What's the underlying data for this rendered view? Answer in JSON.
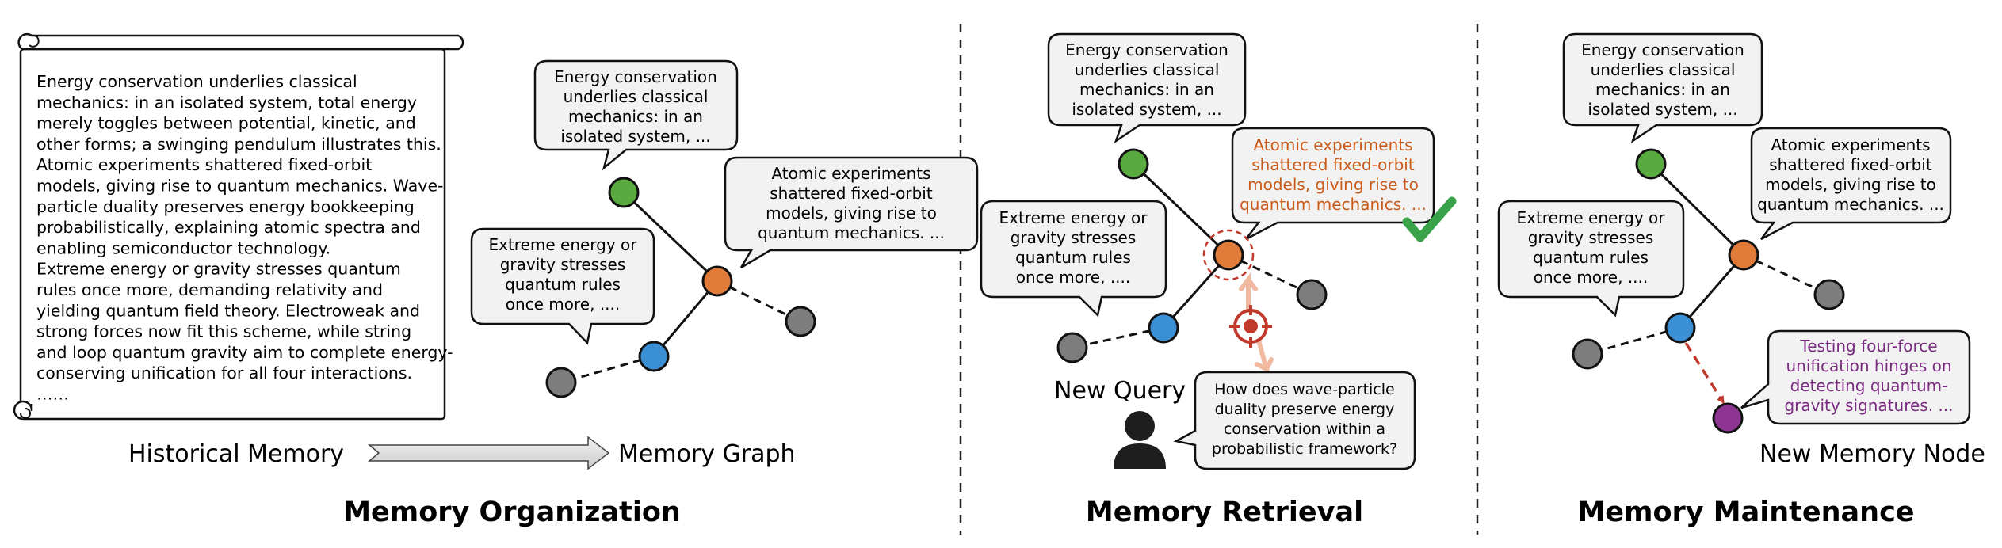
{
  "panels": {
    "organization": {
      "title": "Memory Organization",
      "historical_memory_label": "Historical Memory",
      "memory_graph_label": "Memory Graph",
      "scroll_lines": [
        "Energy conservation underlies classical",
        "mechanics: in an isolated system, total energy",
        "merely toggles between potential, kinetic, and",
        "other forms; a swinging pendulum illustrates this.",
        "Atomic experiments shattered fixed-orbit",
        "models, giving rise to quantum mechanics. Wave-",
        "particle duality preserves energy bookkeeping",
        "probabilistically, explaining atomic spectra and",
        "enabling semiconductor technology.",
        "Extreme energy or gravity stresses quantum",
        "rules once more, demanding relativity and",
        "yielding quantum field theory. Electroweak and",
        "strong forces now fit this scheme, while string",
        "and loop quantum gravity aim to complete energy-",
        "conserving unification for all four interactions.",
        "……"
      ]
    },
    "retrieval": {
      "title": "Memory Retrieval",
      "new_query_label": "New Query",
      "query_lines": [
        "How does wave-particle",
        "duality preserve energy",
        "conservation within a",
        "probabilistic framework?"
      ]
    },
    "maintenance": {
      "title": "Memory Maintenance",
      "new_memory_node_label": "New Memory Node",
      "new_node_lines": [
        "Testing four-force",
        "unification hinges on",
        "detecting quantum-",
        "gravity signatures. ..."
      ]
    }
  },
  "memories": {
    "energy": [
      "Energy conservation",
      "underlies classical",
      "mechanics: in an",
      "isolated system, ..."
    ],
    "atomic": [
      "Atomic experiments",
      "shattered fixed-orbit",
      "models, giving rise to",
      "quantum mechanics. ..."
    ],
    "extreme": [
      "Extreme energy or",
      "gravity stresses",
      "quantum rules",
      "once more, ...."
    ]
  },
  "colors": {
    "green_node": "#5aab3f",
    "orange_node": "#e07b39",
    "blue_node": "#3b8fd4",
    "gray_node": "#7d7d7d",
    "purple_node": "#8e3591",
    "retrieved_text": "#c95a1a",
    "new_memory_text": "#7a2a80",
    "check": "#3aa34a",
    "target": "#c0392b",
    "bubble_fill": "#f2f2f2"
  },
  "icons": [
    "scroll-icon",
    "arrow-right-icon",
    "user-icon",
    "target-icon",
    "checkmark-icon"
  ]
}
